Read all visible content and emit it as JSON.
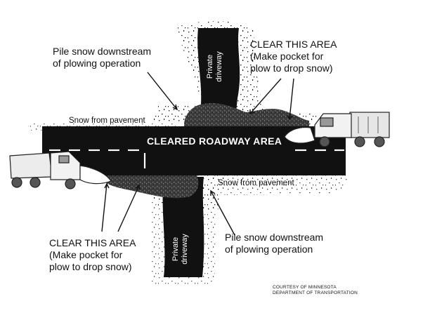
{
  "diagram": {
    "roadway_label": "CLEARED ROADWAY AREA",
    "snow_pavement_top": "Snow from pavement",
    "snow_pavement_bottom": "Snow from pavement",
    "pile_top": [
      "Pile snow downstream",
      "of plowing operation"
    ],
    "pile_bottom": [
      "Pile snow downstream",
      "of plowing operation"
    ],
    "clear_top": [
      "CLEAR THIS AREA",
      "(Make pocket for",
      "plow to drop snow)"
    ],
    "clear_bottom": [
      "CLEAR THIS AREA",
      "(Make pocket for",
      "plow to drop snow)"
    ],
    "driveway_top": [
      "Private",
      "driveway"
    ],
    "driveway_bottom": [
      "Private",
      "driveway"
    ],
    "credit": [
      "COURTESY OF MINNESOTA",
      "DEPARTMENT OF TRANSPORTATION"
    ]
  },
  "colors": {
    "road": "#111111",
    "paper": "#ffffff",
    "snow": "#4a4a4a"
  },
  "icons": [
    "snowplow-truck-right",
    "snowplow-truck-left"
  ]
}
